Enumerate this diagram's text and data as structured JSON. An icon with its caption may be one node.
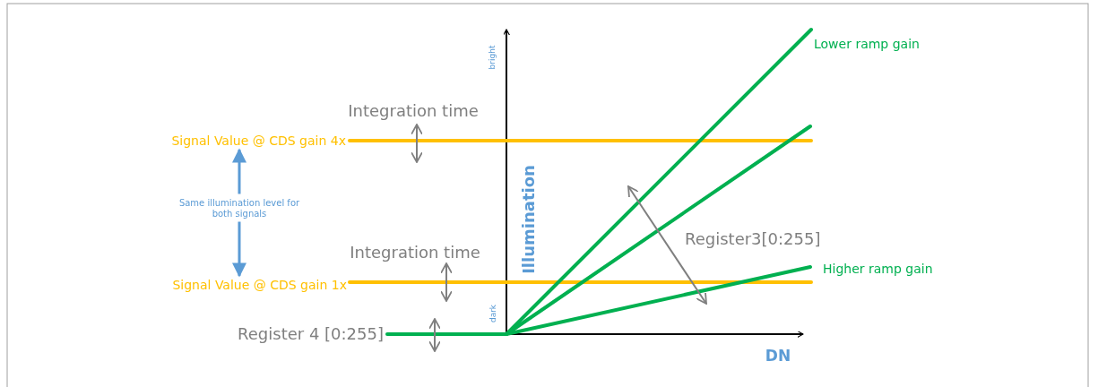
{
  "diagram": {
    "nodes": [
      {
        "text": [
          "Signal Value @ CDS gain 4x"
        ]
      },
      {
        "text": [
          "Same illumination level for both signals"
        ]
      },
      {
        "text": [
          "Signal Value @ CDS gain 1x"
        ]
      }
    ],
    "edges": [
      {
        "from": 1,
        "to": 0,
        "arrow": "to"
      },
      {
        "from": 1,
        "to": 2,
        "arrow": "to"
      }
    ],
    "labels": [
      "Lower ramp gain",
      "bright",
      "Integration time",
      "Illumination",
      "Register3[0:255]",
      "Integration time",
      "Higher ramp gain",
      "dark",
      "Register 4 [0:255]",
      "DN"
    ]
  }
}
